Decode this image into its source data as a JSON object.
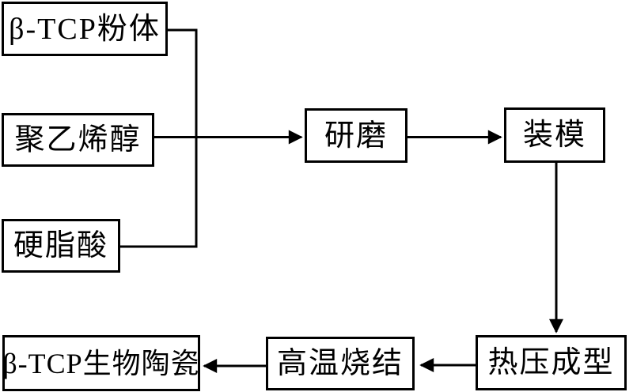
{
  "diagram": {
    "type": "flowchart",
    "background_color": "#ffffff",
    "stroke_color": "#000000",
    "nodes": {
      "btcp_powder": "β-TCP粉体",
      "pva": "聚乙烯醇",
      "stearic_acid": "硬脂酸",
      "grinding": "研磨",
      "molding": "装模",
      "hot_pressing": "热压成型",
      "sintering": "高温烧结",
      "bioceramic": "β-TCP生物陶瓷"
    },
    "edges": [
      {
        "from": "β-TCP粉体",
        "to": "研磨",
        "arrow": true
      },
      {
        "from": "聚乙烯醇",
        "to": "研磨",
        "arrow": true
      },
      {
        "from": "硬脂酸",
        "to": "研磨",
        "arrow": true
      },
      {
        "from": "研磨",
        "to": "装模",
        "arrow": true
      },
      {
        "from": "装模",
        "to": "热压成型",
        "arrow": true
      },
      {
        "from": "热压成型",
        "to": "高温烧结",
        "arrow": true
      },
      {
        "from": "高温烧结",
        "to": "β-TCP生物陶瓷",
        "arrow": true
      }
    ]
  }
}
